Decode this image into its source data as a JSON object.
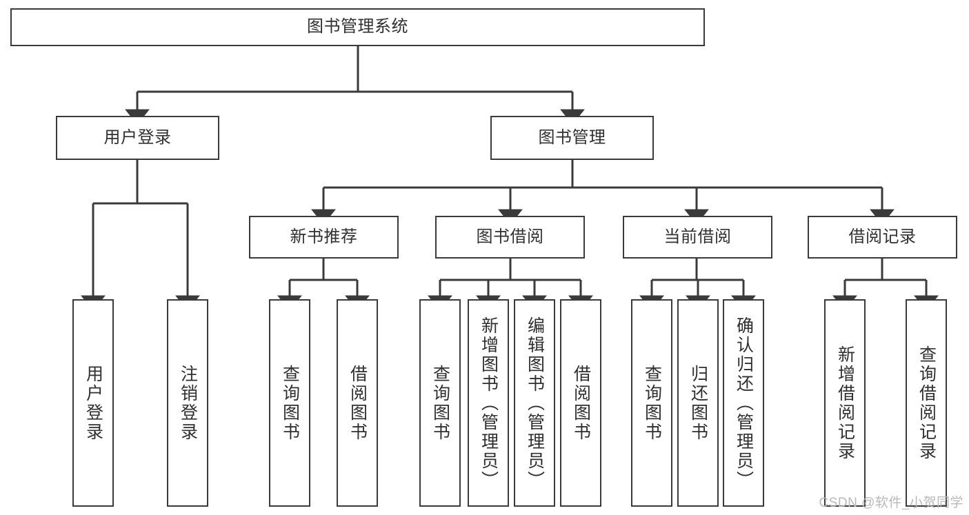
{
  "diagram": {
    "title": "图书管理系统",
    "type": "tree-hierarchy-diagram",
    "watermark": "CSDN @软件_小贺同学",
    "colors": {
      "box_border": "#3a3a3a",
      "box_fill": "#ffffff",
      "edge": "#3a3a3a",
      "text": "#2f2f2f",
      "watermark": "#b9b9b9",
      "background": "#ffffff"
    },
    "nodes": {
      "root": {
        "label": "图书管理系统"
      },
      "level2": [
        {
          "id": "user-login",
          "label": "用户登录"
        },
        {
          "id": "book-manage",
          "label": "图书管理"
        }
      ],
      "level3": [
        {
          "id": "new-book-recommend",
          "label": "新书推荐"
        },
        {
          "id": "book-borrow",
          "label": "图书借阅"
        },
        {
          "id": "current-borrow",
          "label": "当前借阅"
        },
        {
          "id": "borrow-record",
          "label": "借阅记录"
        }
      ],
      "leaves": {
        "user_login": [
          {
            "id": "leaf-user-login",
            "label": "用户登录"
          },
          {
            "id": "leaf-logout-login",
            "label": "注销登录"
          }
        ],
        "new_book_recommend": [
          {
            "id": "leaf-query-book-1",
            "label": "查询图书"
          },
          {
            "id": "leaf-borrow-book-1",
            "label": "借阅图书"
          }
        ],
        "book_borrow": [
          {
            "id": "leaf-query-book-2",
            "label": "查询图书"
          },
          {
            "id": "leaf-add-book",
            "label": "新增图书（管理员）"
          },
          {
            "id": "leaf-edit-book",
            "label": "编辑图书（管理员）"
          },
          {
            "id": "leaf-borrow-book-2",
            "label": "借阅图书"
          }
        ],
        "current_borrow": [
          {
            "id": "leaf-query-book-3",
            "label": "查询图书"
          },
          {
            "id": "leaf-return-book",
            "label": "归还图书"
          },
          {
            "id": "leaf-confirm-return",
            "label": "确认归还（管理员）"
          }
        ],
        "borrow_record": [
          {
            "id": "leaf-add-record",
            "label": "新增借阅记录"
          },
          {
            "id": "leaf-query-record",
            "label": "查询借阅记录"
          }
        ]
      }
    }
  }
}
